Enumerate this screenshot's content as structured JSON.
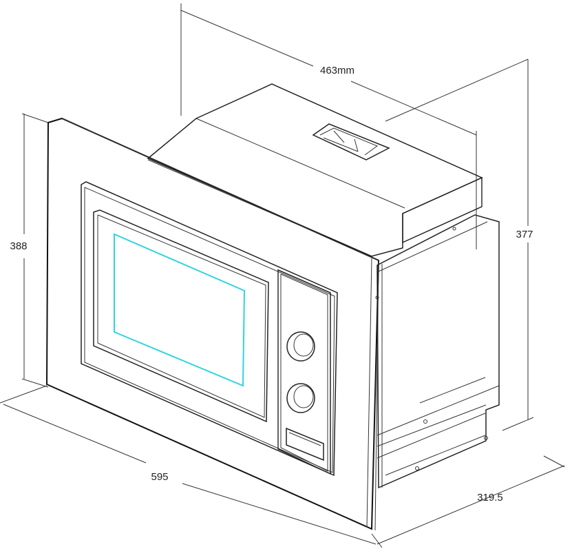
{
  "dimensions": {
    "depth_top": "463mm",
    "height_right": "377",
    "height_left": "388",
    "width_front": "595",
    "depth_bottom": "319.5"
  },
  "colors": {
    "line": "#222222",
    "window": "#2fd3e0",
    "background": "#ffffff"
  }
}
